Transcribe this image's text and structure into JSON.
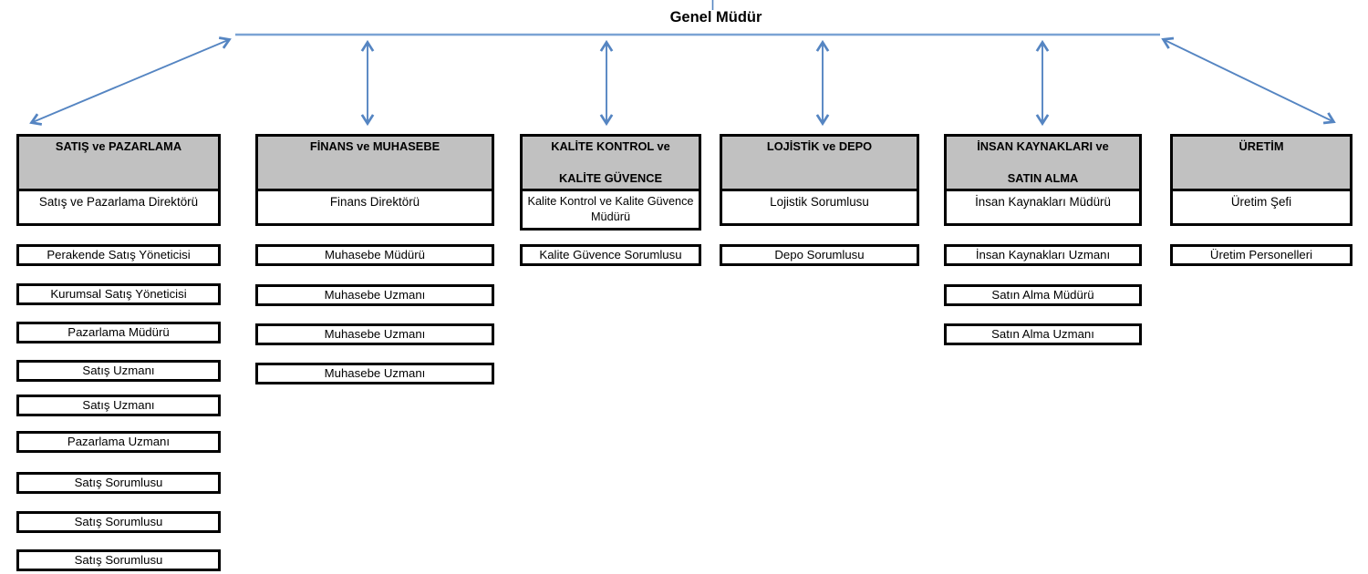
{
  "diagram": {
    "type": "org-chart",
    "title": "Genel Müdür",
    "colors": {
      "connector": "#5585c2",
      "header_fill": "#c1c1c1",
      "box_border": "#000000",
      "text": "#000000"
    },
    "departments": [
      {
        "name": "SATIŞ ve PAZARLAMA",
        "head": "Satış ve Pazarlama Direktörü",
        "positions": [
          "Perakende Satış Yöneticisi",
          "Kurumsal Satış Yöneticisi",
          "Pazarlama Müdürü",
          "Satış Uzmanı",
          "Satış Uzmanı",
          "Pazarlama Uzmanı",
          "Satış Sorumlusu",
          "Satış Sorumlusu",
          "Satış Sorumlusu"
        ]
      },
      {
        "name": "FİNANS ve MUHASEBE",
        "head": "Finans Direktörü",
        "positions": [
          "Muhasebe Müdürü",
          "Muhasebe Uzmanı",
          "Muhasebe Uzmanı",
          "Muhasebe Uzmanı"
        ]
      },
      {
        "name": "KALİTE KONTROL ve",
        "name_line2": "KALİTE GÜVENCE",
        "head": "Kalite Kontrol ve Kalite Güvence Müdürü",
        "positions": [
          "Kalite Güvence Sorumlusu"
        ]
      },
      {
        "name": "LOJİSTİK ve DEPO",
        "head": "Lojistik Sorumlusu",
        "positions": [
          "Depo Sorumlusu"
        ]
      },
      {
        "name": "İNSAN KAYNAKLARI ve",
        "name_line2": "SATIN ALMA",
        "head": "İnsan Kaynakları Müdürü",
        "positions": [
          "İnsan Kaynakları Uzmanı",
          "Satın Alma Müdürü",
          "Satın Alma Uzmanı"
        ]
      },
      {
        "name": "ÜRETİM",
        "head": "Üretim Şefi",
        "positions": [
          "Üretim Personelleri"
        ]
      }
    ]
  }
}
